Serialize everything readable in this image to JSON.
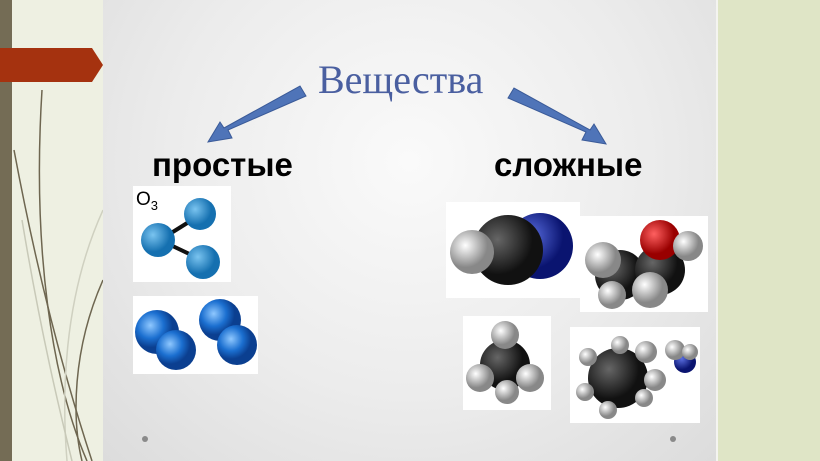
{
  "title": "Вещества",
  "left_label": "простые",
  "right_label": "сложные",
  "o3_label": {
    "main": "O",
    "sub": "3"
  },
  "colors": {
    "banner": "#a5320f",
    "title": "#4a5fa0",
    "arrow": "#4f74b8",
    "side_panel": "#dfe5c6"
  }
}
